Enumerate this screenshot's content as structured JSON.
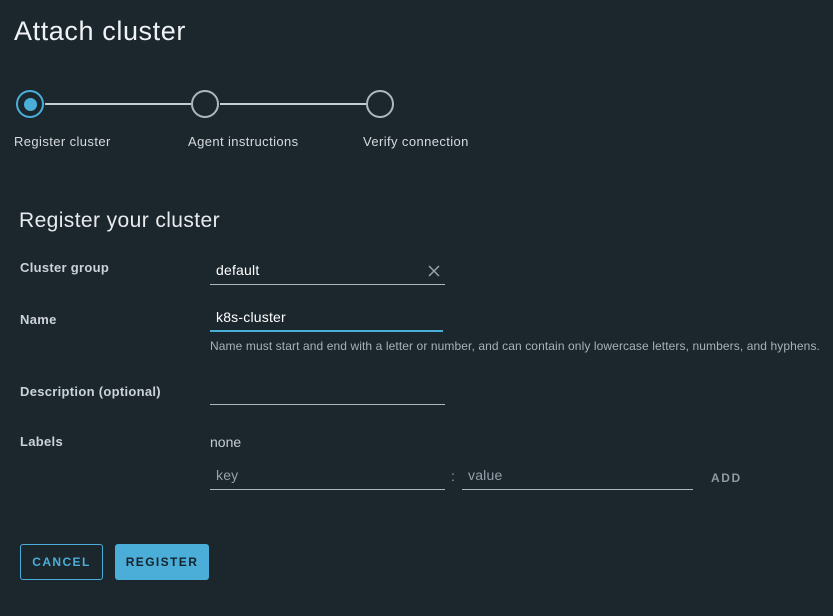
{
  "page": {
    "title": "Attach cluster",
    "background": "#1b262d",
    "accent": "#49afd9"
  },
  "stepper": {
    "steps": [
      {
        "label": "Register cluster",
        "state": "current"
      },
      {
        "label": "Agent instructions",
        "state": "upcoming"
      },
      {
        "label": "Verify connection",
        "state": "upcoming"
      }
    ]
  },
  "form": {
    "heading": "Register your cluster",
    "cluster_group": {
      "label": "Cluster group",
      "value": "default"
    },
    "name": {
      "label": "Name",
      "value": "k8s-cluster",
      "helper": "Name must start and end with a letter or number, and can contain only lowercase letters, numbers, and hyphens."
    },
    "description": {
      "label": "Description (optional)",
      "value": ""
    },
    "labels": {
      "label": "Labels",
      "empty_text": "none",
      "key_placeholder": "key",
      "separator": ":",
      "value_placeholder": "value",
      "add_label": "ADD"
    }
  },
  "actions": {
    "cancel": "CANCEL",
    "register": "REGISTER"
  }
}
